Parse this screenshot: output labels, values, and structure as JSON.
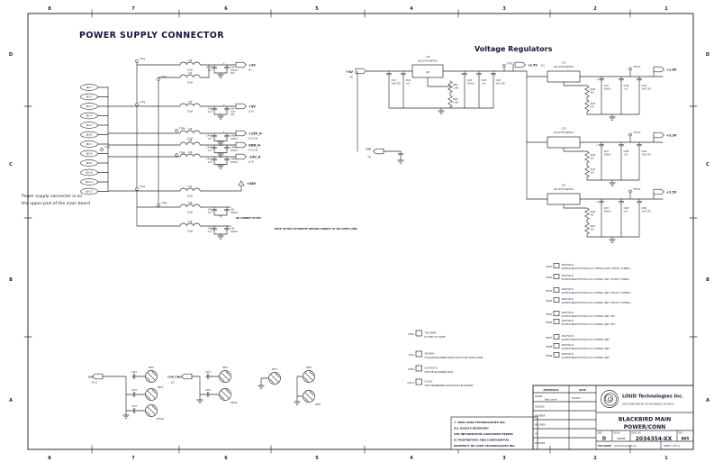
{
  "colors": {
    "ink": "#15153d",
    "line": "#2b2b2b",
    "bg": "#ffffff"
  },
  "frame": {
    "cols": [
      "8",
      "7",
      "6",
      "5",
      "4",
      "3",
      "2",
      "1"
    ],
    "rows": [
      "D",
      "C",
      "B",
      "A"
    ]
  },
  "titles": {
    "left": "POWER SUPPLY CONNECTOR",
    "right": "Voltage Regulators"
  },
  "notes": {
    "p1": "Power supply connector is on",
    "p2": "the upper part of the main board",
    "smt": "NO CONNECT IN SMT",
    "route": "NOTE: DO NOT AUTOROUTE GROUND CONNECT AT 48V SUPPLY AREA"
  },
  "conn": {
    "pins": [
      "JB2-1",
      "JB2-2",
      "JB2-3",
      "JB2-4",
      "JB2-5",
      "JB2-6",
      "JB2-7",
      "JB2-8",
      "JB2-9",
      "JB2-10",
      "JB2-11",
      "JB2-12"
    ],
    "tps": [
      "FTP1",
      "FTP2",
      "FTP3",
      "FTP4",
      "FTP5",
      "FTP6",
      "FTP7",
      "FTP8"
    ]
  },
  "flt": [
    {
      "l": "L32",
      "lv": "22uH",
      "c1": "DC14",
      "c1v": ".1uF",
      "c2": "C66",
      "c2v": "2200uF",
      "c2r": "25V",
      "net": "+3V",
      "tag": "[4]"
    },
    {
      "l": "L31",
      "lv": "22uH"
    },
    {
      "l": "L33",
      "lv": "22uH",
      "c1": "C65",
      "c1v": ".1uF",
      "c2": "C64",
      "c2v": "47uF",
      "c2r": "16V",
      "net": "+5V",
      "tag": "[3,4]"
    },
    {
      "l": "L34",
      "lv": "22uH",
      "c1": "C436",
      "c1v": ".1uF",
      "c2": "C438",
      "c2v": "2200uF",
      "c2r": "25V",
      "net": "+15V_H",
      "tag": "[3,4,5,6]"
    },
    {
      "l": "L35",
      "lv": "22uH",
      "c1": "C439",
      "c1v": ".1uF",
      "c2": "C440",
      "c2v": "2200uF",
      "c2r": "25V",
      "net": "GND_H",
      "tag": "[3,4,5,6]"
    },
    {
      "l": "L36",
      "lv": "22uH",
      "c1": "C441",
      "c1v": ".1uF",
      "c2": "C442",
      "c2v": "2200uF",
      "c2r": "25V",
      "net": "-15V_H",
      "tag": "[3,4]"
    },
    {
      "l": "L37",
      "lv": "22uH",
      "net": "+48V"
    },
    {
      "l": "L38",
      "lv": "22uH",
      "c1": "C62",
      "c1v": ".1uF",
      "c2": "C63",
      "c2v": "2200uF",
      "c2r": "25V"
    },
    {
      "l": "L39",
      "lv": "22uH",
      "c1": "C46",
      "c1v": ".1uF",
      "c2": "C44",
      "c2v": "2200uF",
      "c2r": "25V"
    }
  ],
  "reg": {
    "in_net": "+3V",
    "in_tag": "[4]",
    "mid_net": "+5V",
    "mid_tag": "[4]",
    "u0": {
      "ref": "U16",
      "part": "AZ1117EH-ADJTRG1",
      "c1": "C417",
      "c1v": "10uF 25V",
      "c2": "C420",
      "c2v": ".1uF",
      "c3": "C422",
      "c3v": "1000uF",
      "c4": "C423",
      "c4v": ".1uF",
      "c5": "C425",
      "c5v": "10uF 25V",
      "r1": "R440",
      "r1v": "1.00K",
      "r2": "R441",
      "r2v": "1.40K",
      "tp": "FTP11",
      "net": "+2.5V",
      "tag": "[4]"
    },
    "u1": {
      "ref": "U15",
      "part": "AZ1117EH-ADJTRG1",
      "c1": "C437",
      "c1v": "1000uF",
      "c2": "C438",
      "c2v": ".1uF",
      "c3": "C439",
      "c3v": "10uF 25V",
      "r1": "R442",
      "r1v": "243",
      "r2": "R443",
      "r2v": "150",
      "tp": "FTP12",
      "net": "+1.8V"
    },
    "u2": {
      "ref": "U20",
      "part": "AZ1117EH-ADJTRG1",
      "c1": "C447",
      "c1v": "1000uF",
      "c2": "C448",
      "c2v": ".1uF",
      "c3": "C449",
      "c3v": "10uF 25V",
      "r1": "R444",
      "r1v": "412",
      "r2": "R445",
      "r2v": "150",
      "tp": "FTP13",
      "net": "+3.3V"
    },
    "u3": {
      "ref": "U21",
      "part": "AZ1117EH-ADJTRG1",
      "c1": "C457",
      "c1v": "1000uF",
      "c2": "C458",
      "c2v": ".1uF",
      "c3": "C459",
      "c3v": "10uF 25V",
      "r1": "R446",
      "r1v": "301",
      "r2": "R447",
      "r2v": "150",
      "tp": "FTP14",
      "net": "+2.5V"
    }
  },
  "mh": {
    "g1": {
      "net": "CH1_GND",
      "tag": "[4,5]",
      "c1": "C429",
      "c1v": ".01uF",
      "c2": "C432",
      "c2v": ".01uF",
      "c3": "C433",
      "c3v": ".01uF",
      "h1": "MH2",
      "h2": "MH4",
      "h3": "MH10"
    },
    "g2": {
      "net": "CH8_GND",
      "tag": "[5]",
      "c1": "C431",
      "c1v": ".01uF",
      "c2": "C434",
      "c2v": ".01uF",
      "h1": "MH3",
      "h2": "MH12"
    },
    "s1": {
      "h1": "MH1"
    },
    "s2": {
      "h1": "MH6",
      "h2": "MH8"
    }
  },
  "bom": [
    {
      "ref": "CAB1",
      "pn": "726-0366E",
      "desc": "JST HELT SH 100(M)"
    },
    {
      "ref": "FID1",
      "pn": "GN 0854",
      "desc": "FID MAIN BLACKBIRD EDGE HOLE FLASH APPLICATION"
    },
    {
      "ref": "PCB1",
      "pn": "2034355-01",
      "desc": "PCB FAB BLACKBIRD MAIN"
    },
    {
      "ref": "DOC1",
      "pn": "D-0110",
      "desc": "TEST ENGINEERING STATION ID# BLACKBIRD"
    }
  ],
  "btn": [
    {
      "ref": "BTN1",
      "pn": "2000759-02",
      "desc": "SW RECTANGLE BUTTON 9x7mm CONTROL GREY \"GUITAR\" (SYMBOL)"
    },
    {
      "ref": "BTN2",
      "pn": "2000759-02",
      "desc": "SW RECTANGLE BUTTON 9.0mm CONTROL GREY \"GUITAR\" (SYMBOL)"
    },
    {
      "ref": "BTN3",
      "pn": "2000759-05",
      "desc": "SW RECTANGLE BUTTON 9.0mm CONTROL GREY \"ION OUT\" (SYMBOL)"
    },
    {
      "ref": "BTN4",
      "pn": "2000759-05",
      "desc": "SW RECTANGLE BUTTON 9.0mm CONTROL GREY \"ION OUT\" (SYMBOL)"
    },
    {
      "ref": "BTN5",
      "pn": "2000759-06",
      "desc": "SW RECTANGLE BUTTON 9.0mm CONTROL GREY \"MIX\""
    },
    {
      "ref": "BTN6",
      "pn": "2000759-06",
      "desc": "SW RECTANGLE BUTTON 9.0mm CONTROL GREY \"MIX\""
    },
    {
      "ref": "BTN7",
      "pn": "2000759-03",
      "desc": "SW RECTANGLE BUTTON 9.0mm CONTROL GREY"
    },
    {
      "ref": "BTN8",
      "pn": "2000759-03",
      "desc": "SW RECTANGLE BUTTON 9.0mm CONTROL GREY"
    },
    {
      "ref": "BTN9",
      "pn": "2000759-03",
      "desc": "SW RECTANGLE BUTTON 9.0mm CONTROL GREY"
    }
  ],
  "tb": {
    "approvals_h1": "APPROVALS",
    "approvals_h2": "DATE",
    "r0l": "DRAWN",
    "r0n": "Matt Carvell",
    "r0d": "5/4/2010",
    "r1l": "CHECKED",
    "r2l": "ENGINEER",
    "r3l": "MFG ENGR",
    "r4l": "QA",
    "r5l": "RELEASED",
    "company": "LOUD Technologies Inc.",
    "address": "16220 WOOD-RED RD. NE  WOODINVILLE, WA 98072",
    "t1": "BLACKBIRD MAIN",
    "t2": "POWER/CONN",
    "size_l": "SIZE",
    "size": "D",
    "scale_l": "SCALE",
    "scale": "NONE",
    "dwg_l": "DWG. NO.",
    "dwg": "2034354-XX",
    "rev_l": "REV.",
    "rev": "B05",
    "file_l": "FILE NAME:",
    "file": "2034354-XX-B05.sch",
    "sheet": "SHEET  1  OF  13"
  },
  "cr": [
    "© 2009 LOUD TECHNOLOGIES INC.",
    "ALL RIGHTS RESERVED",
    "THE INFORMATION CONTAINED HEREIN",
    "IS PROPRIETARY AND CONFIDENTIAL",
    "PROPERTY OF LOUD TECHNOLOGIES INC."
  ]
}
